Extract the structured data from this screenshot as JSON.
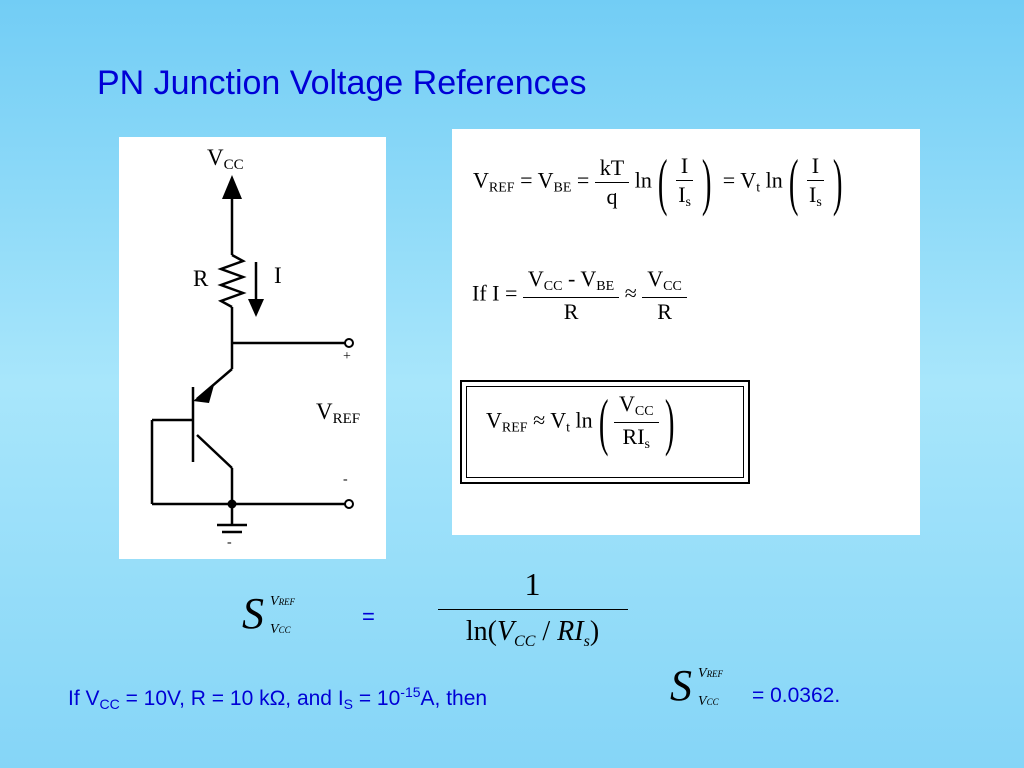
{
  "slide": {
    "title": "PN Junction Voltage References"
  },
  "circuit": {
    "vcc_main": "V",
    "vcc_sub": "CC",
    "resistor_label": "R",
    "current_label": "I",
    "plus_label": "+",
    "minus_label": "-",
    "vref_main": "V",
    "vref_sub": "REF",
    "ground_minus": "-"
  },
  "equations": {
    "eq1": {
      "lhs": "V",
      "lhs_sub": "REF",
      "eq_vbe": "= V",
      "vbe_sub": "BE",
      "eq": "=",
      "frac_num": "kT",
      "frac_den": "q",
      "ln": "ln",
      "inner_num": "I",
      "inner_den": "I",
      "inner_den_sub": "s",
      "eq_vt": "= V",
      "vt_sub": "t",
      "ln2": "ln",
      "inner2_num": "I",
      "inner2_den": "I",
      "inner2_den_sub": "s"
    },
    "eq2": {
      "prefix": "If  I =",
      "num_v1": "V",
      "num_v1_sub": "CC",
      "num_minus": " - V",
      "num_v2_sub": "BE",
      "den": "R",
      "approx": "≈",
      "r_num": "V",
      "r_num_sub": "CC",
      "r_den": "R"
    },
    "eq3": {
      "lhs": "V",
      "lhs_sub": "REF",
      "approx": "≈ V",
      "vt_sub": "t",
      "ln": "ln",
      "num": "V",
      "num_sub": "CC",
      "den": "RI",
      "den_sub": "s"
    }
  },
  "sensitivity": {
    "S": "S",
    "sup_main": "V",
    "sup_sub": "REF",
    "sub_main": "V",
    "sub_sub": "CC",
    "equals": "=",
    "numerator": "1",
    "den_ln": "ln(",
    "den_v": "V",
    "den_v_sub": "CC",
    "den_slash": " / ",
    "den_ri": "RI",
    "den_ri_sub": "s",
    "den_close": ")"
  },
  "bottom_line": {
    "p1": "If V",
    "s1": "CC",
    "p2": " = 10V, R = 10 kΩ, and I",
    "s2": "S",
    "p3": " = 10",
    "sup": "-15",
    "p4": "A, then",
    "result": "= 0.0362."
  },
  "colors": {
    "title": "#0000d6",
    "background_top": "#72cdf5",
    "background_mid": "#a8e6fb"
  }
}
